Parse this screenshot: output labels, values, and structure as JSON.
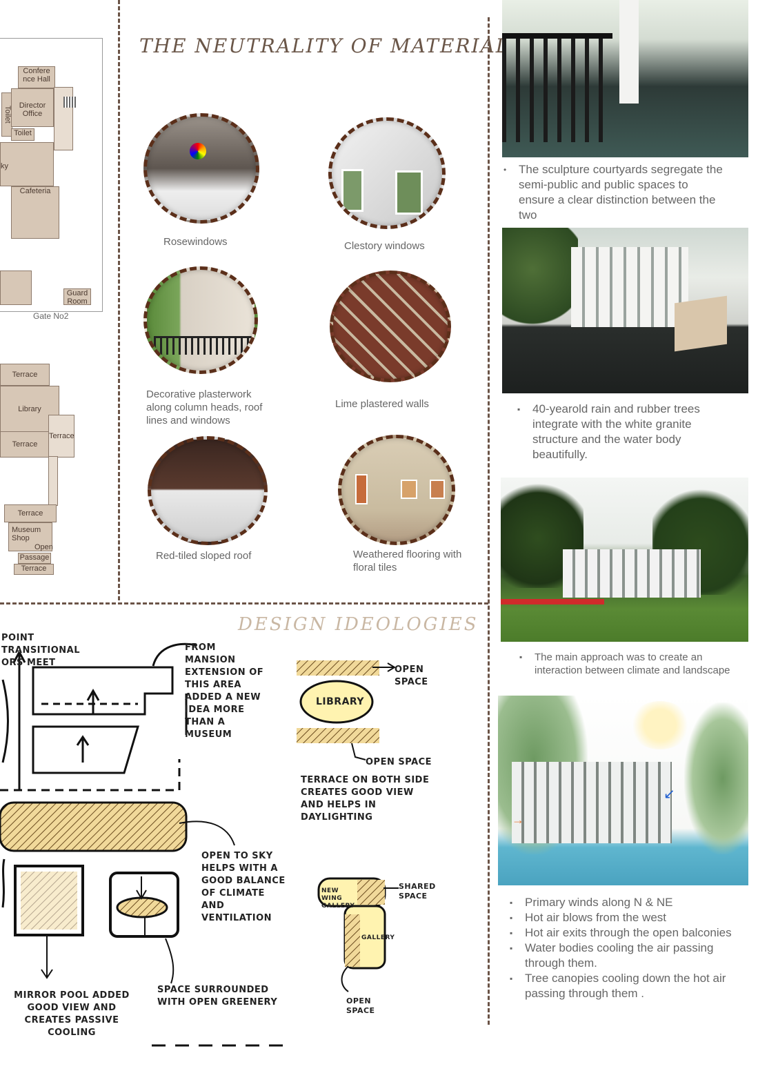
{
  "plan": {
    "rooms": [
      "Confere nce Hall",
      "Toilet",
      "Director Office",
      "Toilet",
      "Cafeteria",
      "Guard Room",
      "Gate No2",
      "Terrace",
      "Library",
      "Terrace",
      "Terrace",
      "Terrace",
      "Museum Shop",
      "Open",
      "Passage",
      "Terrace"
    ],
    "sky_fragment": "ky"
  },
  "material": {
    "title": "THE NEUTRALITY OF MATERIAL",
    "captions": [
      "Rosewindows",
      "Clestory windows",
      "Decorative plasterwork along column heads, roof lines and windows",
      "Lime plastered walls",
      "Red-tiled sloped roof",
      "Weathered flooring with floral tiles"
    ]
  },
  "design": {
    "title": "DESIGN IDEOLOGIES",
    "notes": {
      "point": "POINT TRANSITIONAL ORS MEET",
      "mansion": "FROM MANSION EXTENSION OF THIS AREA ADDED A NEW IDEA MORE THAN A MUSEUM",
      "open_top": "OPEN SPACE",
      "library": "LIBRARY",
      "open_bottom": "OPEN SPACE",
      "terrace": "TERRACE ON BOTH SIDE CREATES GOOD VIEW AND HELPS IN DAYLIGHTING",
      "sky": "OPEN TO SKY HELPS WITH A GOOD BALANCE OF CLIMATE AND VENTILATION",
      "new_gallery": "NEW WING GALLERY",
      "shared": "SHARED SPACE",
      "gallery": "GALLERY",
      "open_space3": "OPEN SPACE",
      "mirror": "MIRROR POOL ADDED GOOD VIEW AND CREATES PASSIVE COOLING",
      "space": "SPACE SURROUNDED WITH OPEN GREENERY"
    }
  },
  "right": {
    "bullet1": "The sculpture courtyards segregate the semi-public and public spaces to ensure a clear distinction between the two",
    "bullet2": "40-yearold rain and rubber trees integrate with the white granite structure and the water body beautifully.",
    "bullet3": "The main approach was to create an interaction between climate and landscape",
    "winds": [
      "Primary winds along N & NE",
      "Hot air blows from the west",
      "Hot air exits through the open balconies",
      "Water bodies cooling the air passing through them.",
      "Tree canopies cooling down the hot air passing through them ."
    ]
  },
  "colors": {
    "accent": "#5b2f1a",
    "title": "#6a5648",
    "plan": "#d7c7b6",
    "water": "#5fb6cf",
    "grass": "#3f8a2c"
  }
}
